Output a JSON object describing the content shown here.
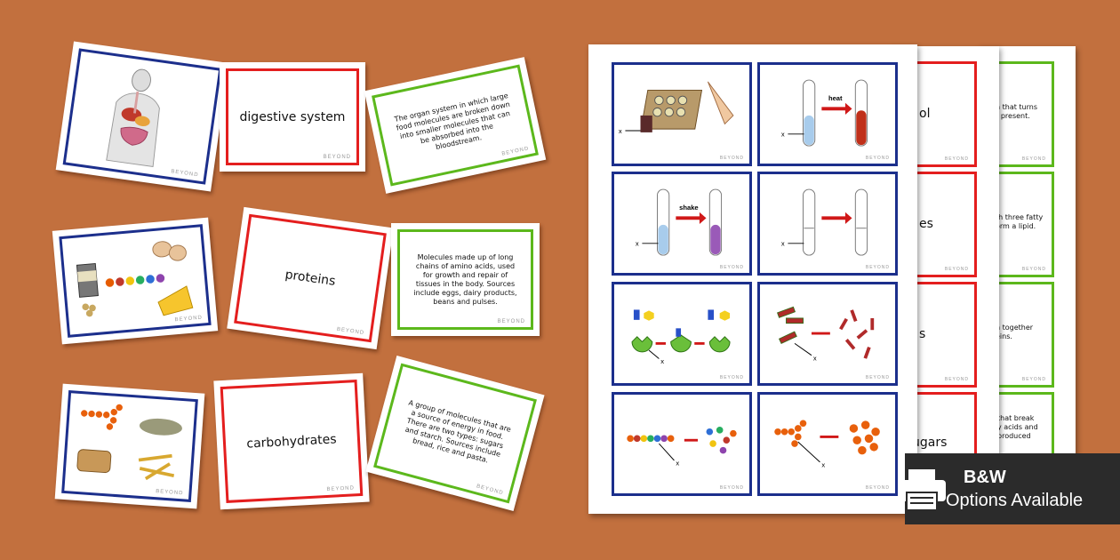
{
  "brand": "BEYOND",
  "colors": {
    "background": "#c2703e",
    "picture_border": "#1c2f8c",
    "term_border": "#e41e1e",
    "definition_border": "#5cb81c",
    "badge": "#2b2b2b"
  },
  "cards": [
    {
      "picture": "digestive-system-illustration",
      "term": "digestive system",
      "definition": "The organ system in which large food molecules are broken down into smaller molecules that can be absorbed into the bloodstream."
    },
    {
      "picture": "protein-foods-illustration",
      "term": "proteins",
      "definition": "Molecules made up of long chains of amino acids, used for growth and repair of tissues in the body. Sources include eggs, dairy products, beans and pulses."
    },
    {
      "picture": "carbohydrate-foods-illustration",
      "term": "carbohydrates",
      "definition": "A group of molecules that are a source of energy in food. There are two types: sugars and starch. Sources include bread, rice and pasta."
    }
  ],
  "sheet": {
    "labels": {
      "x": "x",
      "heat": "heat",
      "shake": "shake"
    },
    "partial_terms": [
      "ol",
      "es",
      "s",
      "ugars"
    ],
    "partial_definitions": [
      [
        "n that turns",
        "r present."
      ],
      [
        "th three fatty",
        "orm a lipid."
      ],
      [
        "n together",
        "eins."
      ],
      [
        "that break",
        "y acids and",
        "produced"
      ]
    ]
  },
  "badge": {
    "icon": "printer-icon",
    "line1": "B&W",
    "line2": "Options Available"
  }
}
